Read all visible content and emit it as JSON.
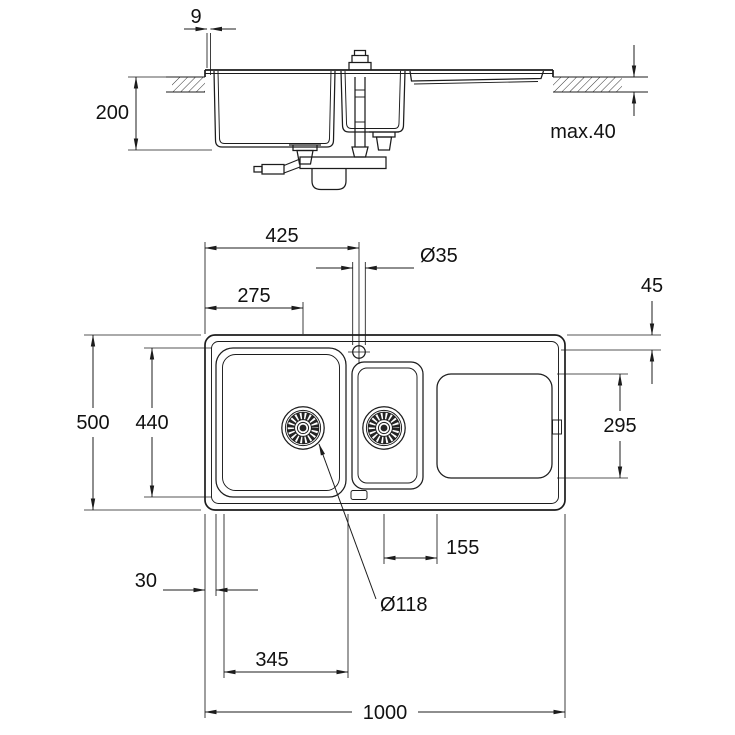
{
  "section_view": {
    "dim_rim_lip": "9",
    "dim_bowl_depth": "200",
    "dim_counter_thickness": "max.40"
  },
  "plan_view": {
    "dim_tap_hole_offset": "425",
    "dim_tap_hole_diameter": "Ø35",
    "dim_drain_offset": "275",
    "dim_edge_inset": "45",
    "dim_overall_depth": "500",
    "dim_inner_depth": "440",
    "dim_drainboard_depth": "295",
    "dim_drain_to_drainboard": "155",
    "dim_left_inset": "30",
    "dim_drain_diameter": "Ø118",
    "dim_bowl_span": "345",
    "dim_overall_width": "1000"
  }
}
